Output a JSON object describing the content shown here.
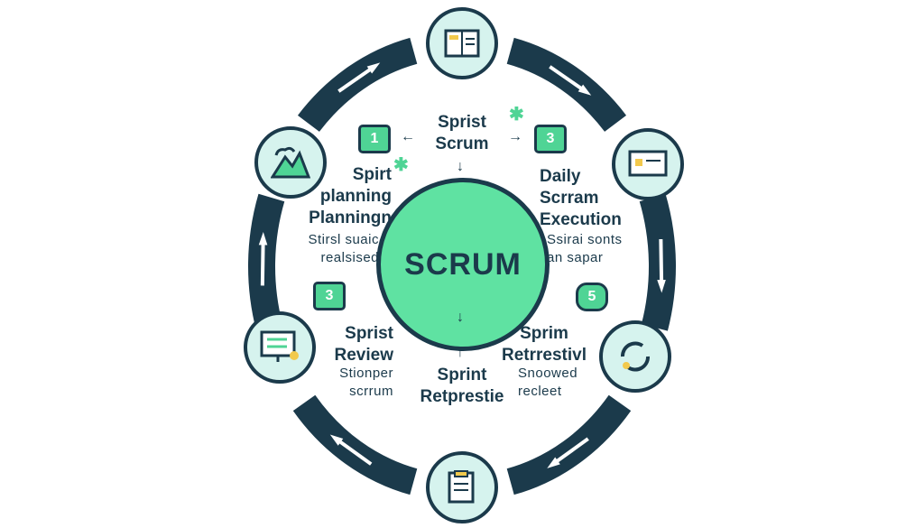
{
  "center": {
    "label": "SCRUM"
  },
  "top_label": [
    "Sprist",
    "Scrum"
  ],
  "left_upper": {
    "title": [
      "Spirt",
      "planning",
      "Planningn"
    ],
    "sub": [
      "Stirsl suaic",
      "realsised"
    ]
  },
  "right_upper": {
    "title": [
      "Daily",
      "Scrram",
      "Execution"
    ],
    "sub": [
      "Ssirai sonts",
      "an sapar"
    ]
  },
  "left_lower": {
    "title": [
      "Sprist",
      "Review"
    ],
    "sub": [
      "Stionper",
      "scrrum"
    ]
  },
  "bottom_center": {
    "title": [
      "Sprint",
      "Retprestie"
    ]
  },
  "right_lower": {
    "title": [
      "Sprim",
      "Retrrestivl"
    ],
    "sub": [
      "Snoowed",
      "recleet"
    ]
  },
  "badges": [
    "1",
    "3",
    "3",
    "5"
  ],
  "icons": [
    "book-icon",
    "monitor-icon",
    "cycle-icon",
    "documents-icon",
    "computer-icon",
    "mountain-icon"
  ],
  "colors": {
    "navy": "#1b3a4b",
    "mint": "#5fe2a2",
    "pale": "#d6f3ee"
  }
}
